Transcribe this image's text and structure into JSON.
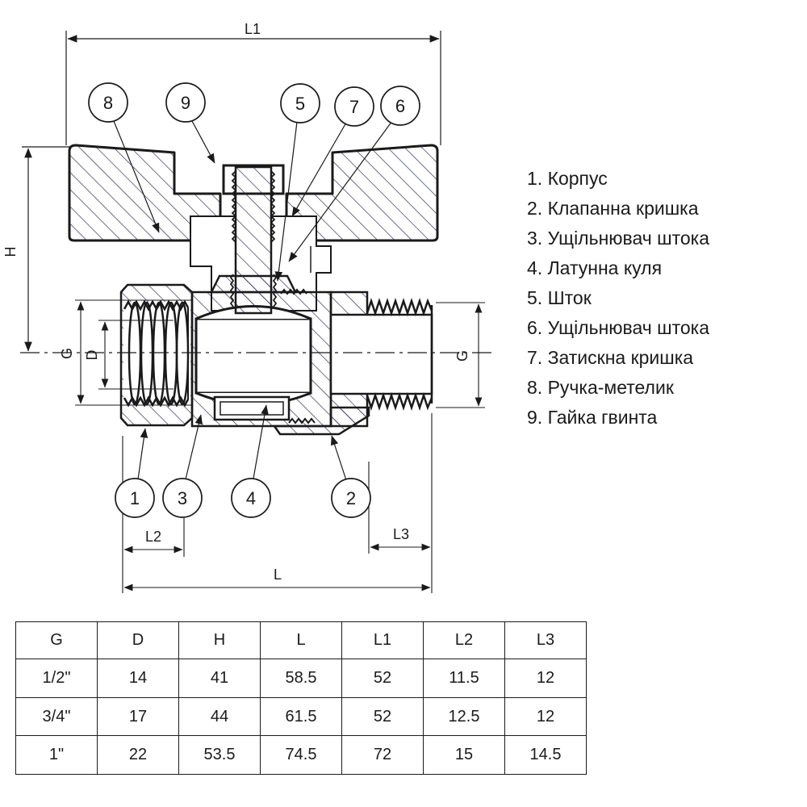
{
  "colors": {
    "line": "#1a1a1a",
    "hatch": "#23234f",
    "background": "#ffffff"
  },
  "drawing": {
    "dimension_labels": {
      "L1": "L1",
      "H": "H",
      "G_left": "G",
      "D": "D",
      "G_right": "G",
      "L2": "L2",
      "L3": "L3",
      "L": "L"
    },
    "callouts": {
      "1": "1",
      "2": "2",
      "3": "3",
      "4": "4",
      "5": "5",
      "6": "6",
      "7": "7",
      "8": "8",
      "9": "9"
    }
  },
  "legend": {
    "items": [
      "1. Корпус",
      "2. Клапанна кришка",
      "3. Ущільнювач штока",
      "4. Латунна куля",
      "5. Шток",
      "6. Ущільнювач штока",
      "7. Затискна кришка",
      "8. Ручка-метелик",
      "9. Гайка гвинта"
    ]
  },
  "table": {
    "headers": [
      "G",
      "D",
      "H",
      "L",
      "L1",
      "L2",
      "L3"
    ],
    "rows": [
      [
        "1/2\"",
        "14",
        "41",
        "58.5",
        "52",
        "11.5",
        "12"
      ],
      [
        "3/4\"",
        "17",
        "44",
        "61.5",
        "52",
        "12.5",
        "12"
      ],
      [
        "1\"",
        "22",
        "53.5",
        "74.5",
        "72",
        "15",
        "14.5"
      ]
    ]
  }
}
